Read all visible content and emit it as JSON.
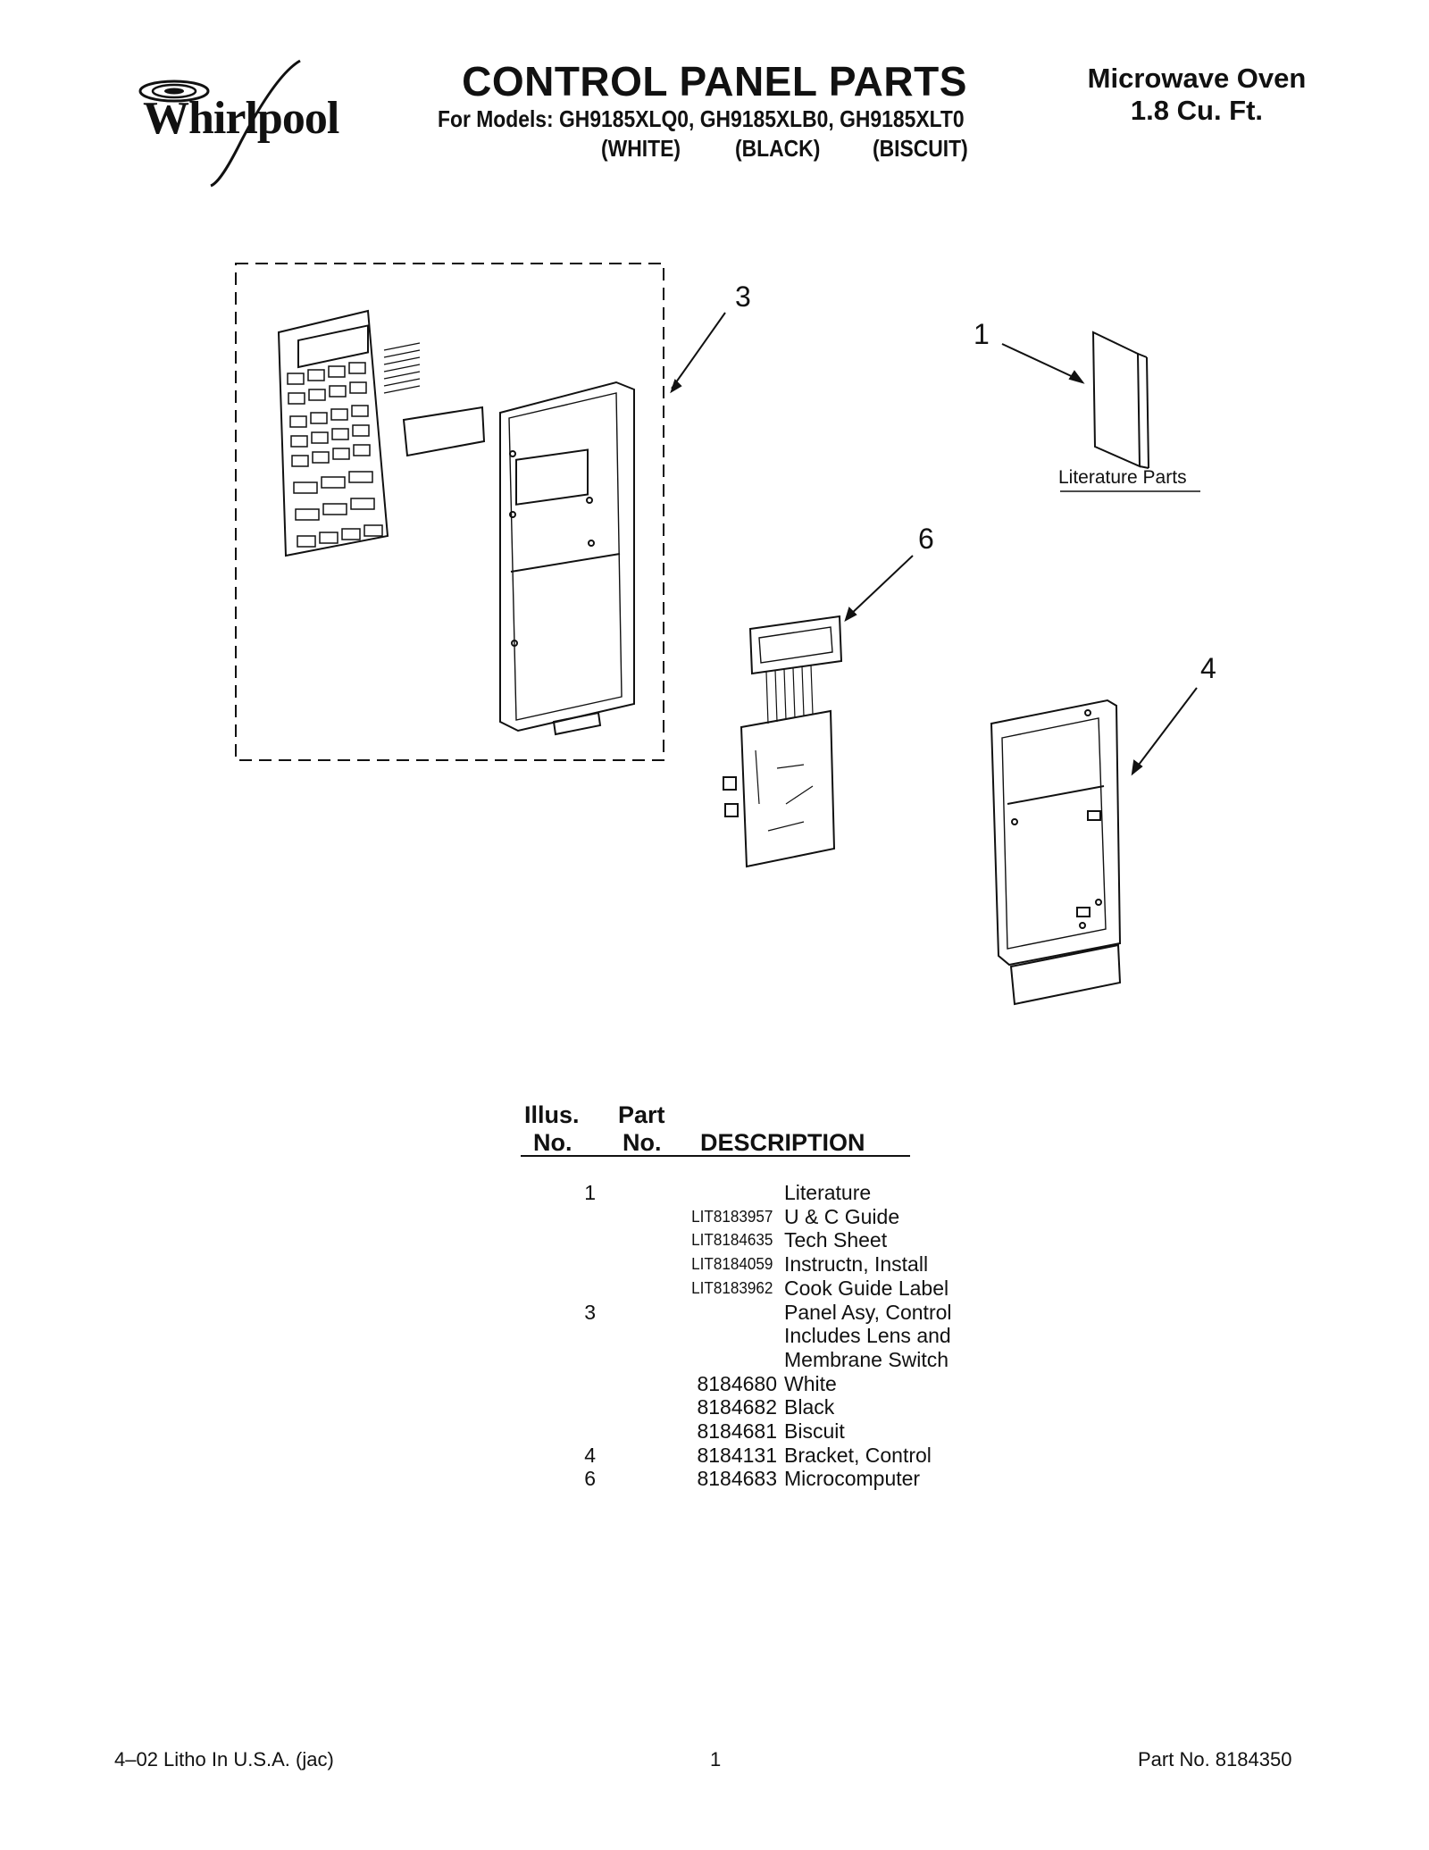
{
  "brand": "Whirlpool",
  "header": {
    "title": "CONTROL PANEL PARTS",
    "models_line": "For Models: GH9185XLQ0, GH9185XLB0, GH9185XLT0",
    "color_white": "(WHITE)",
    "color_black": "(BLACK)",
    "color_biscuit": "(BISCUIT)",
    "product_line1": "Microwave Oven",
    "product_line2": "1.8 Cu. Ft."
  },
  "diagram": {
    "callouts": [
      "3",
      "1",
      "6",
      "4"
    ],
    "literature_label": "Literature Parts"
  },
  "parts_table": {
    "headers": {
      "illus_top": "Illus.",
      "illus_bottom": "No.",
      "part_top": "Part",
      "part_bottom": "No.",
      "description": "DESCRIPTION"
    },
    "rows": [
      {
        "illus": "1",
        "part": "",
        "desc": "Literature"
      },
      {
        "illus": "",
        "part": "LIT8183957",
        "desc": "U & C Guide"
      },
      {
        "illus": "",
        "part": "LIT8184635",
        "desc": "Tech Sheet"
      },
      {
        "illus": "",
        "part": "LIT8184059",
        "desc": "Instructn, Install"
      },
      {
        "illus": "",
        "part": "LIT8183962",
        "desc": "Cook Guide Label"
      },
      {
        "illus": "3",
        "part": "",
        "desc": "Panel Asy, Control"
      },
      {
        "illus": "",
        "part": "",
        "desc": "Includes Lens and"
      },
      {
        "illus": "",
        "part": "",
        "desc": "Membrane Switch"
      },
      {
        "illus": "",
        "part": "8184680",
        "desc": "White"
      },
      {
        "illus": "",
        "part": "8184682",
        "desc": "Black"
      },
      {
        "illus": "",
        "part": "8184681",
        "desc": "Biscuit"
      },
      {
        "illus": "4",
        "part": "8184131",
        "desc": "Bracket, Control"
      },
      {
        "illus": "6",
        "part": "8184683",
        "desc": "Microcomputer"
      }
    ]
  },
  "footer": {
    "left": "4–02 Litho In U.S.A. (jac)",
    "center": "1",
    "right": "Part No. 8184350"
  }
}
